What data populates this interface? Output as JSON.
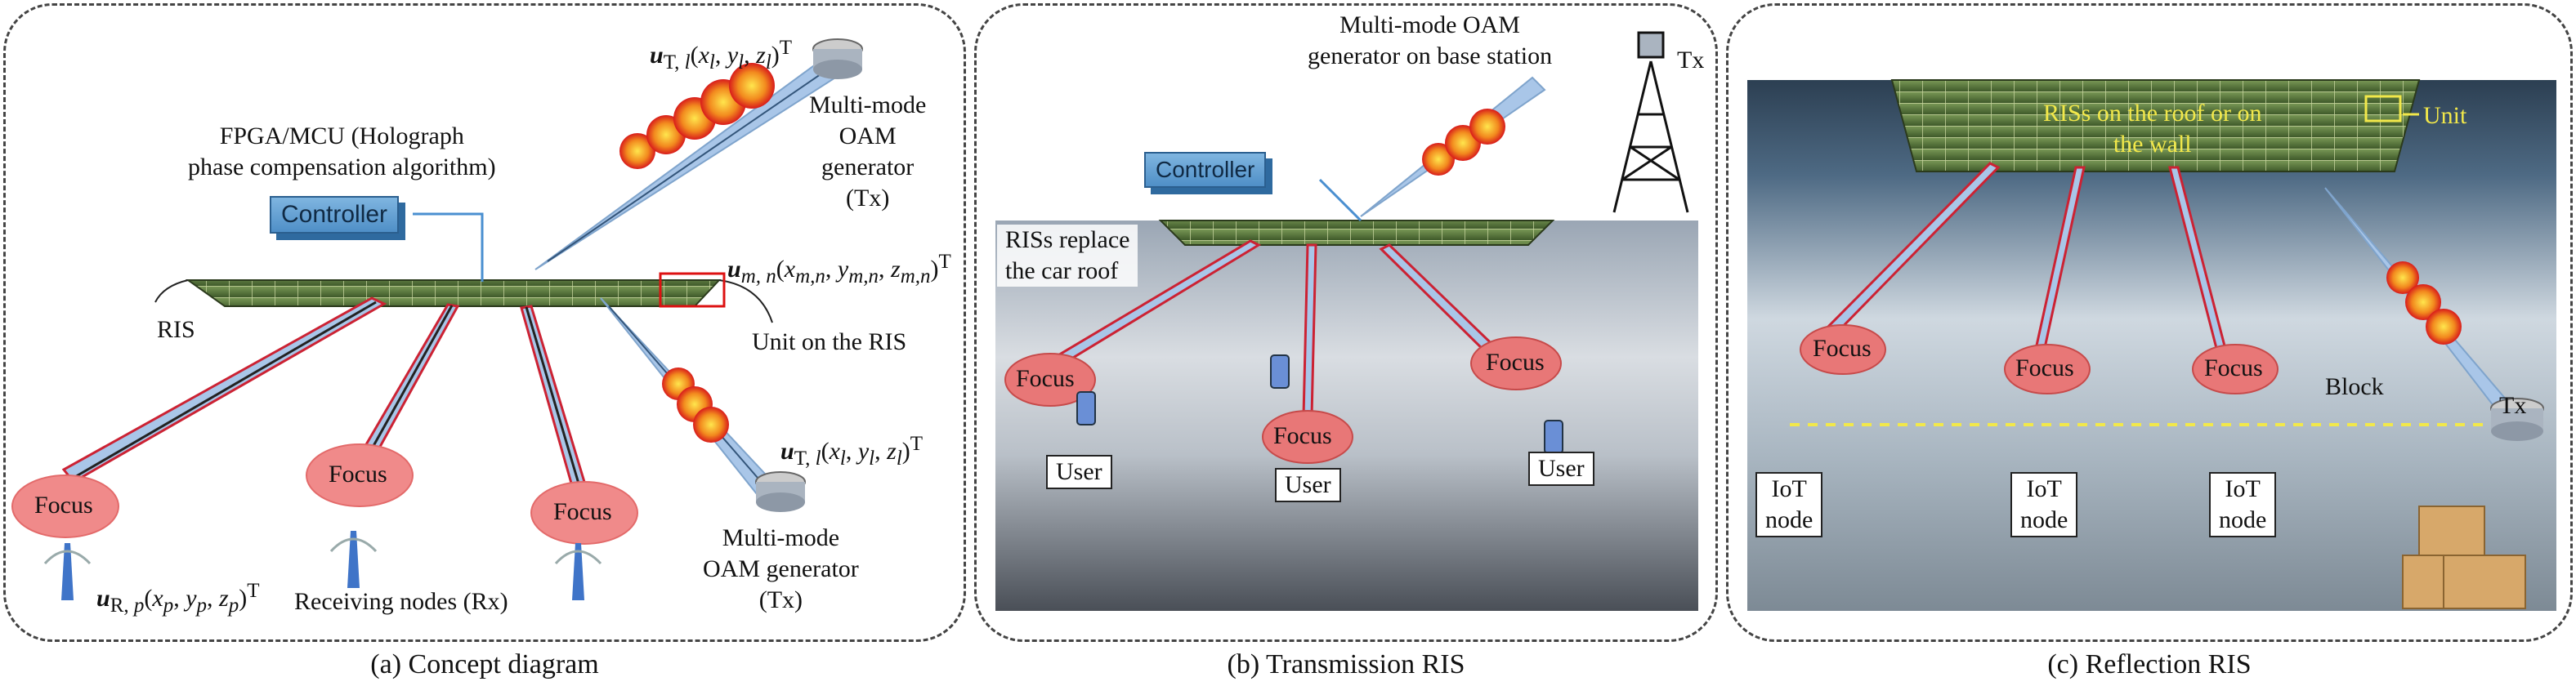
{
  "panel_a": {
    "caption": "(a) Concept diagram",
    "fpga_label_line1": "FPGA/MCU (Holograph",
    "fpga_label_line2": "phase compensation algorithm)",
    "controller": "Controller",
    "ris": "RIS",
    "unit_on_ris": "Unit on the RIS",
    "tx_top_coord": "u",
    "tx_top_line1": "Multi-mode",
    "tx_top_line2": "OAM",
    "tx_top_line3": "generator",
    "tx_top_line4": "(Tx)",
    "unit_coord": "u",
    "focus_1": "Focus",
    "focus_2": "Focus",
    "focus_3": "Focus",
    "receiving_nodes": "Receiving nodes (Rx)",
    "tx_bottom_line1": "Multi-mode",
    "tx_bottom_line2": "OAM generator",
    "tx_bottom_line3": "(Tx)"
  },
  "panel_b": {
    "caption": "(b) Transmission RIS",
    "oam_line1": "Multi-mode OAM",
    "oam_line2": "generator on base station",
    "tx": "Tx",
    "controller": "Controller",
    "ris_line1": "RISs replace",
    "ris_line2": "the car roof",
    "focus_1": "Focus",
    "focus_2": "Focus",
    "focus_3": "Focus",
    "user_1": "User",
    "user_2": "User",
    "user_3": "User"
  },
  "panel_c": {
    "caption": "(c) Reflection RIS",
    "ris_line1": "RISs on the roof or on",
    "ris_line2": "the wall",
    "unit": "Unit",
    "focus_1": "Focus",
    "focus_2": "Focus",
    "focus_3": "Focus",
    "block": "Block",
    "tx": "Tx",
    "iot_1_line1": "IoT",
    "iot_1_line2": "node",
    "iot_2_line1": "IoT",
    "iot_2_line2": "node",
    "iot_3_line1": "IoT",
    "iot_3_line2": "node"
  },
  "colors": {
    "ris_panel": "#6f8a4e",
    "beam_outline": "#cc2233",
    "beam_fill": "#a9c6e8",
    "focus_cloud": "#f08a8a",
    "controller": "#5b9bd5",
    "annotation_yellow": "#f2e84a"
  }
}
